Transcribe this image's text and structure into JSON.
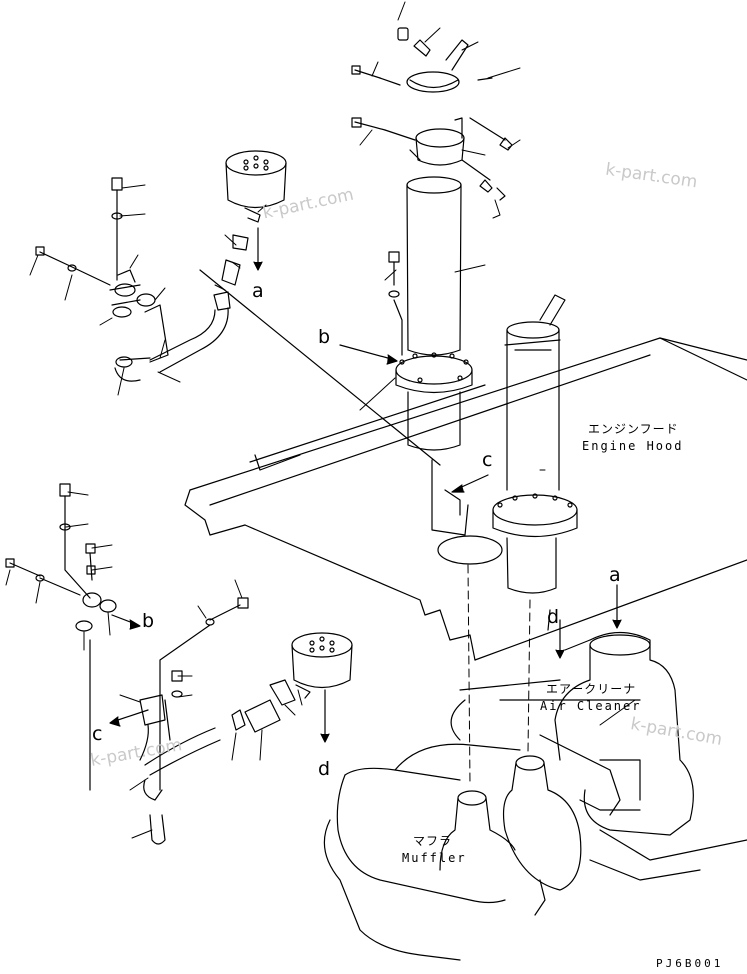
{
  "callouts": {
    "a_top": "a",
    "b_mid": "b",
    "c_mid": "c",
    "b_left": "b",
    "c_left": "c",
    "d_left": "d",
    "d_right": "d",
    "a_right": "a"
  },
  "labels": {
    "engine_hood_jp": "エンジンフード",
    "engine_hood_en": "Engine Hood",
    "air_cleaner_jp": "エアークリーナ",
    "air_cleaner_en": "Air Cleaner",
    "muffler_jp": "マフラ",
    "muffler_en": "Muffler"
  },
  "watermarks": {
    "wm1": "k-part.com",
    "wm2": "k-part.com",
    "wm3": "k-part.com",
    "wm4": "k-part.com"
  },
  "drawing_code": "PJ6B001"
}
